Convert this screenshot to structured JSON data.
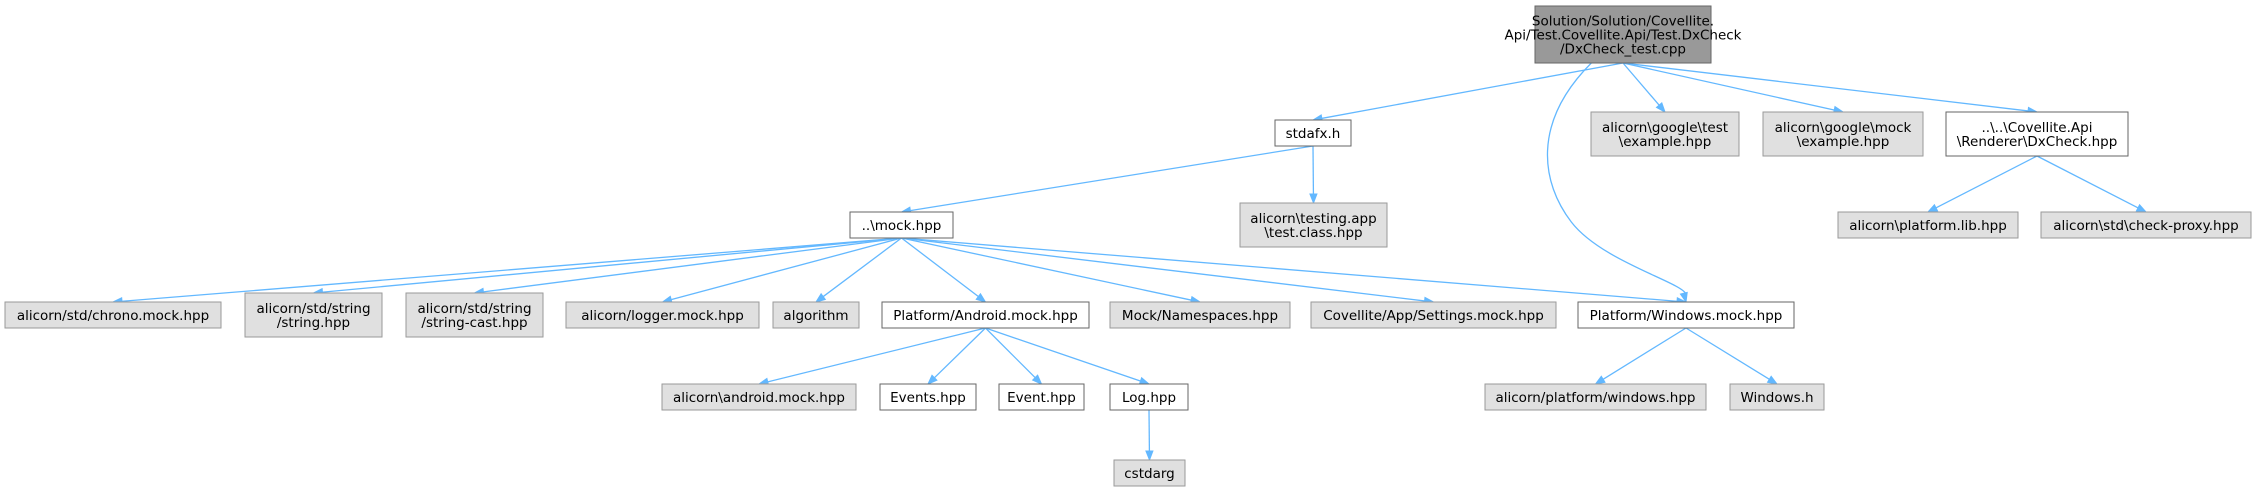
{
  "graph": {
    "nodes": [
      {
        "id": "root",
        "kind": "root",
        "lines": [
          "Solution/Solution/Covellite.",
          "Api/Test.Covellite.Api/Test.DxCheck",
          "/DxCheck_test.cpp"
        ]
      },
      {
        "id": "stdafx",
        "kind": "doc",
        "lines": [
          "stdafx.h"
        ]
      },
      {
        "id": "gtest",
        "kind": "ext",
        "lines": [
          "alicorn\\google\\test",
          "\\example.hpp"
        ]
      },
      {
        "id": "gmock",
        "kind": "ext",
        "lines": [
          "alicorn\\google\\mock",
          "\\example.hpp"
        ]
      },
      {
        "id": "dxcheck",
        "kind": "doc",
        "lines": [
          "..\\..\\Covellite.Api",
          "\\Renderer\\DxCheck.hpp"
        ]
      },
      {
        "id": "mock",
        "kind": "doc",
        "lines": [
          "..\\mock.hpp"
        ]
      },
      {
        "id": "testingapp",
        "kind": "ext",
        "lines": [
          "alicorn\\testing.app",
          "\\test.class.hpp"
        ]
      },
      {
        "id": "platformlib",
        "kind": "ext",
        "lines": [
          "alicorn\\platform.lib.hpp"
        ]
      },
      {
        "id": "checkproxy",
        "kind": "ext",
        "lines": [
          "alicorn\\std\\check-proxy.hpp"
        ]
      },
      {
        "id": "chrono",
        "kind": "ext",
        "lines": [
          "alicorn/std/chrono.mock.hpp"
        ]
      },
      {
        "id": "string",
        "kind": "ext",
        "lines": [
          "alicorn/std/string",
          "/string.hpp"
        ]
      },
      {
        "id": "stringcast",
        "kind": "ext",
        "lines": [
          "alicorn/std/string",
          "/string-cast.hpp"
        ]
      },
      {
        "id": "logger",
        "kind": "ext",
        "lines": [
          "alicorn/logger.mock.hpp"
        ]
      },
      {
        "id": "algorithm",
        "kind": "ext",
        "lines": [
          "algorithm"
        ]
      },
      {
        "id": "android",
        "kind": "doc",
        "lines": [
          "Platform/Android.mock.hpp"
        ]
      },
      {
        "id": "namespaces",
        "kind": "ext",
        "lines": [
          "Mock/Namespaces.hpp"
        ]
      },
      {
        "id": "settings",
        "kind": "ext",
        "lines": [
          "Covellite/App/Settings.mock.hpp"
        ]
      },
      {
        "id": "windows",
        "kind": "doc",
        "lines": [
          "Platform/Windows.mock.hpp"
        ]
      },
      {
        "id": "androidmock",
        "kind": "ext",
        "lines": [
          "alicorn\\android.mock.hpp"
        ]
      },
      {
        "id": "events",
        "kind": "doc",
        "lines": [
          "Events.hpp"
        ]
      },
      {
        "id": "event",
        "kind": "doc",
        "lines": [
          "Event.hpp"
        ]
      },
      {
        "id": "log",
        "kind": "doc",
        "lines": [
          "Log.hpp"
        ]
      },
      {
        "id": "cstdarg",
        "kind": "ext",
        "lines": [
          "cstdarg"
        ]
      },
      {
        "id": "platformwin",
        "kind": "ext",
        "lines": [
          "alicorn/platform/windows.hpp"
        ]
      },
      {
        "id": "windowsh",
        "kind": "ext",
        "lines": [
          "Windows.h"
        ]
      }
    ],
    "edges": [
      {
        "from": "root",
        "to": "stdafx"
      },
      {
        "from": "root",
        "to": "windows"
      },
      {
        "from": "root",
        "to": "gtest"
      },
      {
        "from": "root",
        "to": "gmock"
      },
      {
        "from": "root",
        "to": "dxcheck"
      },
      {
        "from": "stdafx",
        "to": "mock"
      },
      {
        "from": "stdafx",
        "to": "testingapp"
      },
      {
        "from": "dxcheck",
        "to": "platformlib"
      },
      {
        "from": "dxcheck",
        "to": "checkproxy"
      },
      {
        "from": "mock",
        "to": "chrono"
      },
      {
        "from": "mock",
        "to": "string"
      },
      {
        "from": "mock",
        "to": "stringcast"
      },
      {
        "from": "mock",
        "to": "logger"
      },
      {
        "from": "mock",
        "to": "algorithm"
      },
      {
        "from": "mock",
        "to": "android"
      },
      {
        "from": "mock",
        "to": "namespaces"
      },
      {
        "from": "mock",
        "to": "settings"
      },
      {
        "from": "mock",
        "to": "windows"
      },
      {
        "from": "android",
        "to": "androidmock"
      },
      {
        "from": "android",
        "to": "events"
      },
      {
        "from": "android",
        "to": "event"
      },
      {
        "from": "android",
        "to": "log"
      },
      {
        "from": "log",
        "to": "cstdarg"
      },
      {
        "from": "windows",
        "to": "platformwin"
      },
      {
        "from": "windows",
        "to": "windowsh"
      }
    ],
    "colors": {
      "edge": "#63b8ff",
      "root_fill": "#999999",
      "external_fill": "#e0e0e0",
      "document_fill": "#ffffff"
    }
  }
}
